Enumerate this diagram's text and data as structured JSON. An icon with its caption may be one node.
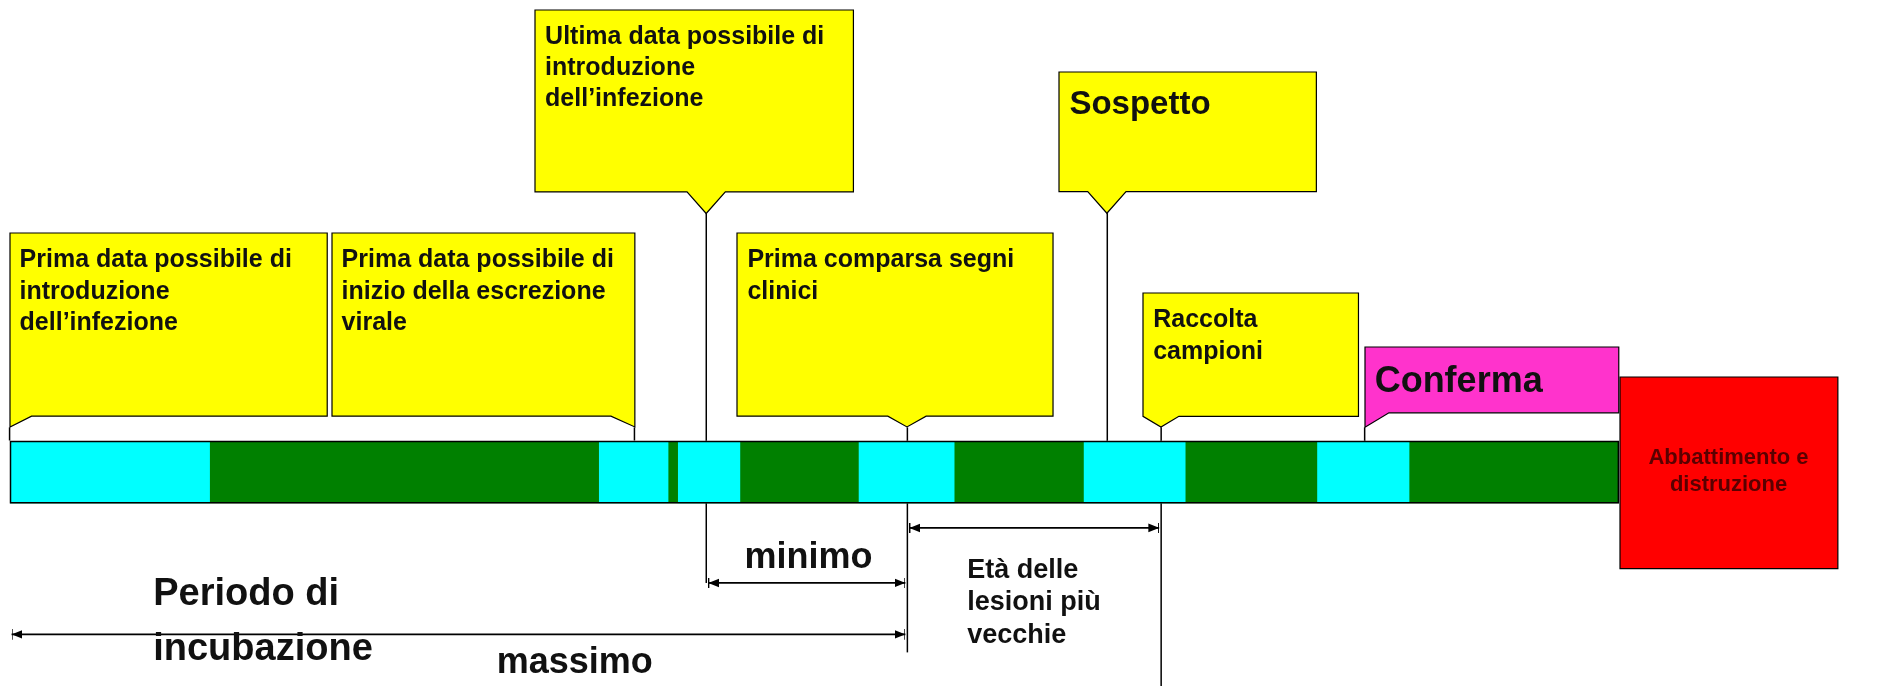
{
  "diagram": {
    "nodes": [
      {
        "text": [
          "Prima data possibile di introduzione dell’infezione"
        ]
      },
      {
        "text": [
          "Prima data possibile di inizio della escrezione virale"
        ]
      },
      {
        "text": [
          "Ultima data possibile di introduzione dell’infezione"
        ]
      },
      {
        "text": [
          "Prima comparsa segni clinici"
        ]
      },
      {
        "text": [
          "Sospetto"
        ]
      },
      {
        "text": [
          "Raccolta campioni"
        ]
      },
      {
        "text": [
          "Conferma"
        ]
      },
      {
        "text": [
          "Abbattimento e distruzione"
        ]
      },
      {
        "text": [],
        "shape": "bar"
      }
    ],
    "edges": [
      {
        "from": 0,
        "to": 8,
        "arrow": "none"
      },
      {
        "from": 1,
        "to": 8,
        "arrow": "none"
      },
      {
        "from": 2,
        "to": 8,
        "arrow": "none"
      },
      {
        "from": 3,
        "to": 8,
        "arrow": "none"
      },
      {
        "from": 4,
        "to": 8,
        "arrow": "none"
      },
      {
        "from": 5,
        "to": 8,
        "arrow": "none"
      },
      {
        "from": 6,
        "to": 8,
        "arrow": "none"
      }
    ],
    "labels": [
      "minimo",
      "Periodo di incubazione",
      "massimo",
      "Età delle lesioni più vecchie"
    ]
  }
}
